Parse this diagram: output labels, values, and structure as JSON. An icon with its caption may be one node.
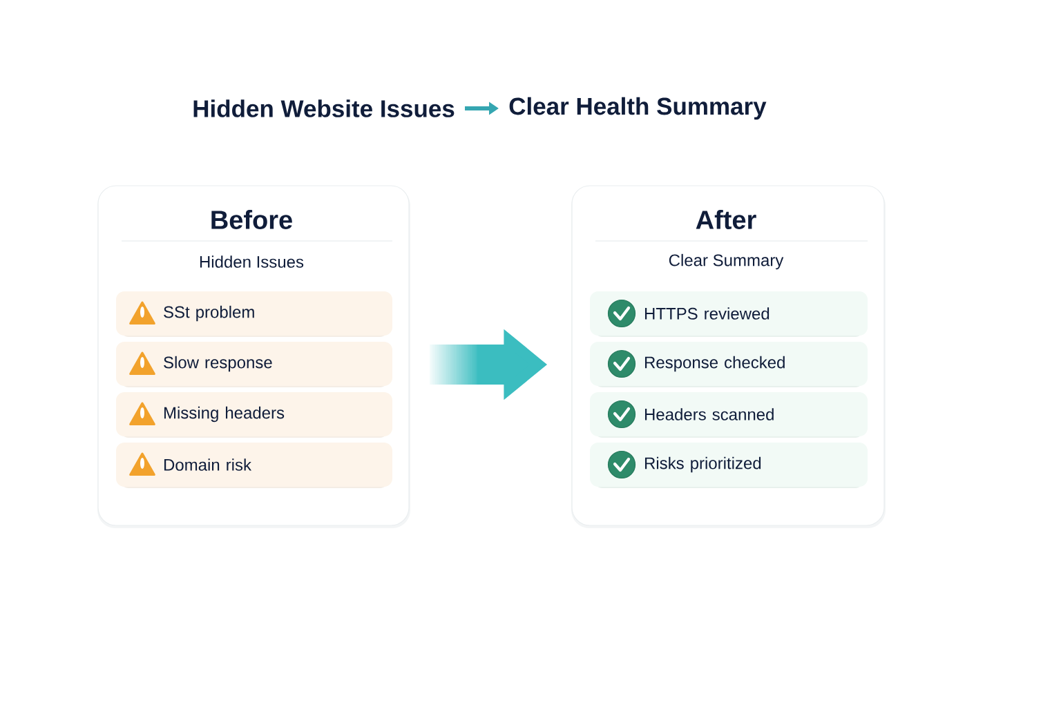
{
  "diagram": {
    "nodes": [
      {
        "text": [
          "Hidden Website Issues"
        ]
      },
      {
        "text": [
          "Clear Health Summary"
        ]
      },
      {
        "text": [
          "Before",
          "Hidden Issues"
        ]
      },
      {
        "text": [
          "SSt problem"
        ],
        "in": 2
      },
      {
        "text": [
          "Slow response"
        ],
        "in": 2
      },
      {
        "text": [
          "Missing headers"
        ],
        "in": 2
      },
      {
        "text": [
          "Domain risk"
        ],
        "in": 2
      },
      {
        "text": [
          "After",
          "Clear Summary"
        ]
      },
      {
        "text": [
          "HTTPS reviewed"
        ],
        "in": 7
      },
      {
        "text": [
          "Response checked"
        ],
        "in": 7
      },
      {
        "text": [
          "Headers scanned"
        ],
        "in": 7
      },
      {
        "text": [
          "Risks prioritized"
        ],
        "in": 7
      }
    ],
    "edges": [
      {
        "from": 0,
        "to": 1,
        "arrow": "to",
        "color": "#35a6b1"
      },
      {
        "from": 2,
        "to": 7,
        "arrow": "to",
        "style": "thick",
        "color": "#3bbdc0"
      }
    ]
  }
}
